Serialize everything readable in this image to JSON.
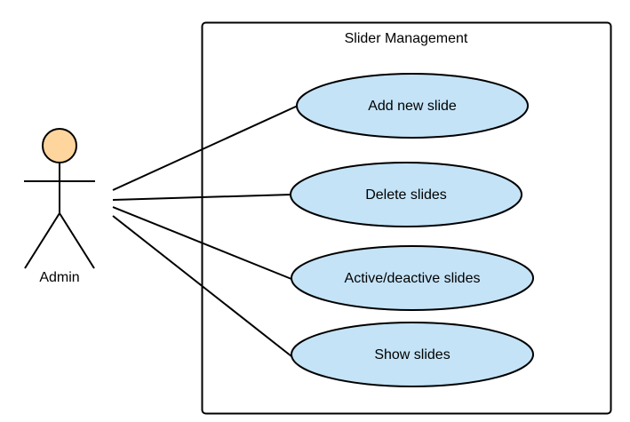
{
  "diagram": {
    "system_title": "Slider Management",
    "actor": {
      "label": "Admin"
    },
    "use_cases": [
      {
        "label": "Add new slide"
      },
      {
        "label": "Delete slides"
      },
      {
        "label": "Active/deactive slides"
      },
      {
        "label": "Show slides"
      }
    ]
  },
  "colors": {
    "actor_head_fill": "#FFD59E",
    "use_case_fill": "#C4E3F7",
    "stroke": "#000000"
  }
}
